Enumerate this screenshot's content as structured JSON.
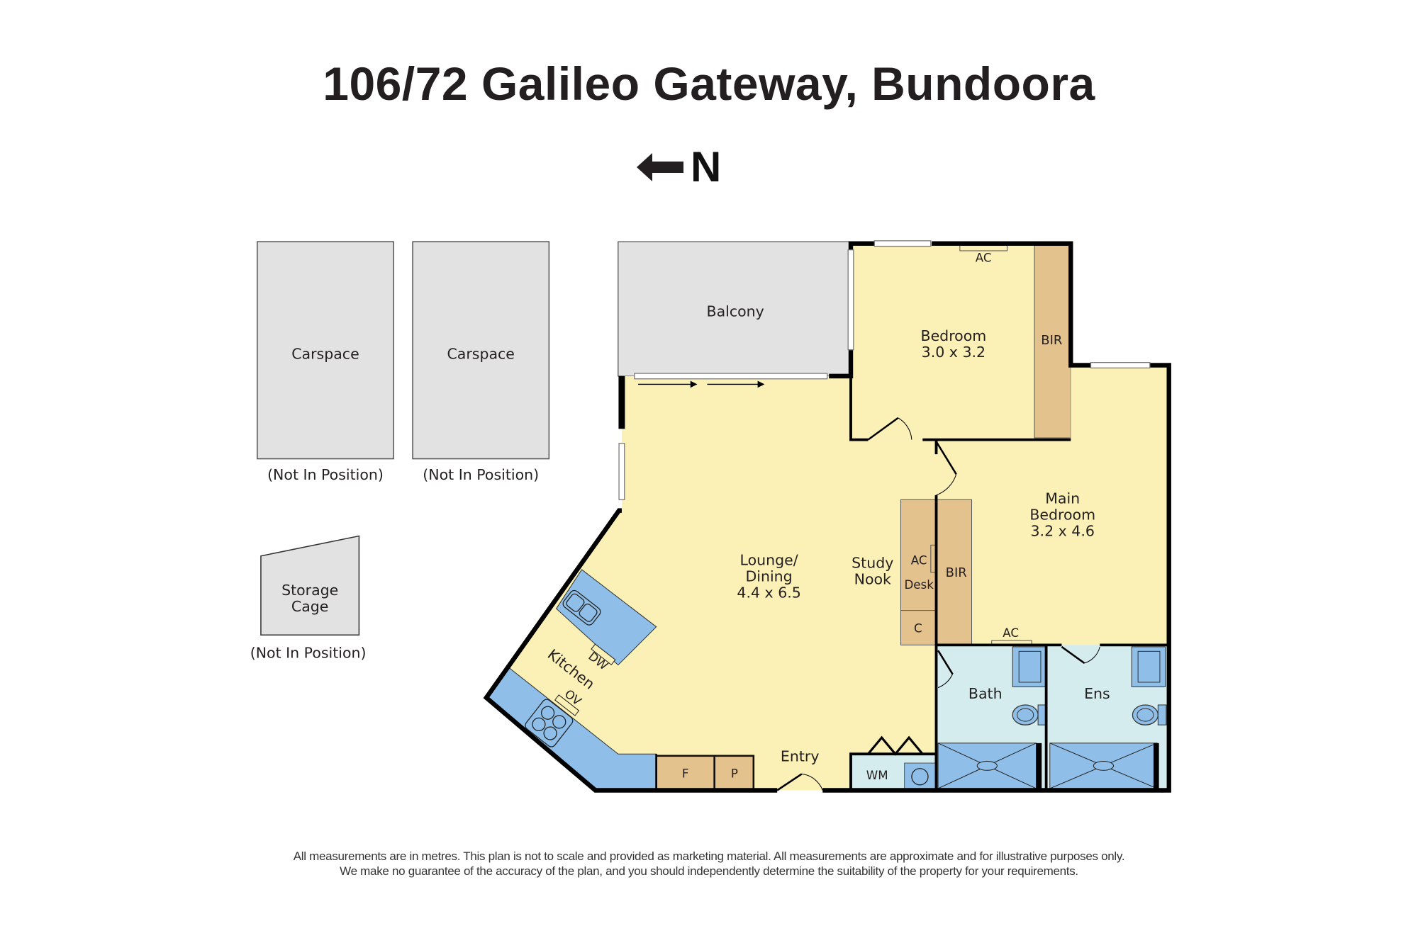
{
  "header": {
    "title": "106/72 Galileo Gateway, Bundoora",
    "north_label": "N",
    "north_icon": "arrow-left-icon"
  },
  "colors": {
    "living": "#fbf0b5",
    "wet": "#d5ecee",
    "fixture_blue": "#8fbfe8",
    "joinery": "#e3c28e",
    "outdoor_grey": "#e2e2e2",
    "wall": "#000000"
  },
  "external": {
    "carspace_1": {
      "label": "Carspace",
      "note": "(Not In Position)"
    },
    "carspace_2": {
      "label": "Carspace",
      "note": "(Not In Position)"
    },
    "storage": {
      "line1": "Storage",
      "line2": "Cage",
      "note": "(Not In Position)"
    }
  },
  "rooms": {
    "balcony": {
      "label": "Balcony"
    },
    "bedroom": {
      "label": "Bedroom",
      "size": "3.0 x 3.2",
      "bir": "BIR",
      "ac": "AC"
    },
    "main_bedroom": {
      "line1": "Main",
      "line2": "Bedroom",
      "size": "3.2 x 4.6",
      "bir": "BIR",
      "ac": "AC"
    },
    "lounge": {
      "line1": "Lounge/",
      "line2": "Dining",
      "size": "4.4 x 6.5"
    },
    "study": {
      "line1": "Study",
      "line2": "Nook",
      "ac": "AC",
      "desk": "Desk",
      "c": "C"
    },
    "kitchen": {
      "label": "Kitchen",
      "dw": "DW",
      "ov": "OV",
      "f": "F",
      "p": "P"
    },
    "entry": {
      "label": "Entry"
    },
    "laundry": {
      "label": "WM"
    },
    "bath": {
      "label": "Bath"
    },
    "ensuite": {
      "label": "Ens"
    }
  },
  "footer": {
    "line1": "All measurements are in metres. This plan is not to scale and provided as marketing material. All measurements are approximate and for illustrative purposes only.",
    "line2": "We make no guarantee of the accuracy of the plan, and you should independently determine the suitability of the property for your requirements."
  }
}
